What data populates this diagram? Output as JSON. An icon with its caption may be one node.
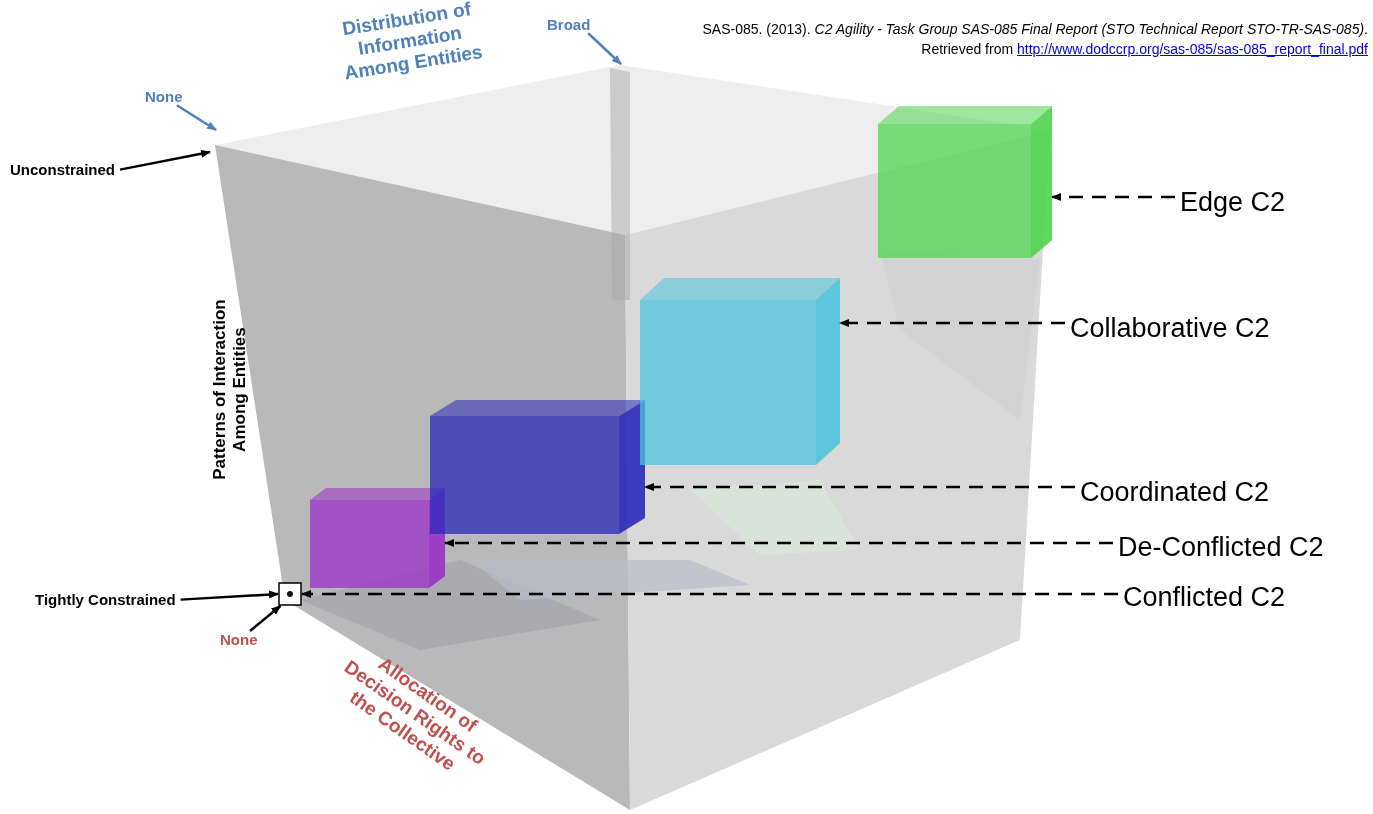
{
  "diagram": {
    "nodes": [
      {
        "text": [
          "None"
        ]
      },
      {
        "text": [
          "Broad"
        ]
      },
      {
        "text": [
          "Unconstrained"
        ]
      },
      {
        "text": [
          "Tightly Constrained"
        ]
      },
      {
        "text": [
          "None"
        ]
      },
      {
        "text": [],
        "shape": "box"
      },
      {
        "text": [],
        "shape": "cube"
      },
      {
        "text": [],
        "shape": "cube"
      },
      {
        "text": [],
        "shape": "cube"
      },
      {
        "text": [],
        "shape": "cube"
      },
      {
        "text": [
          "Edge C2"
        ]
      },
      {
        "text": [
          "Collaborative C2"
        ]
      },
      {
        "text": [
          "Coordinated C2"
        ]
      },
      {
        "text": [
          "De-Conflicted C2"
        ]
      },
      {
        "text": [
          "Conflicted C2"
        ]
      }
    ],
    "edges": [
      {
        "from": 0,
        "to": null,
        "arrow": "to",
        "color": "#4f81bd"
      },
      {
        "from": 1,
        "to": null,
        "arrow": "to",
        "color": "#4f81bd"
      },
      {
        "from": 2,
        "to": null,
        "arrow": "to"
      },
      {
        "from": 3,
        "to": 5,
        "arrow": "to"
      },
      {
        "from": 4,
        "to": 5,
        "arrow": "to"
      },
      {
        "from": 10,
        "to": 9,
        "arrow": "to",
        "style": "dashed"
      },
      {
        "from": 11,
        "to": 8,
        "arrow": "to",
        "style": "dashed"
      },
      {
        "from": 12,
        "to": 7,
        "arrow": "to",
        "style": "dashed"
      },
      {
        "from": 13,
        "to": 6,
        "arrow": "to",
        "style": "dashed"
      },
      {
        "from": 14,
        "to": 5,
        "arrow": "to",
        "style": "dashed"
      }
    ],
    "labels": [
      "Distribution of Information Among Entities",
      "SAS-085. (2013). *C2 Agility - Task Group SAS-085 Final Report (STO Technical Report STO-TR-SAS-085)*. Retrieved from",
      "http://www.dodccrp.org/sas-085/sas-085_report_final.pdf",
      "Patterns of Interaction Among Entities",
      "Allocation of Decision Rights to the Collective"
    ]
  }
}
